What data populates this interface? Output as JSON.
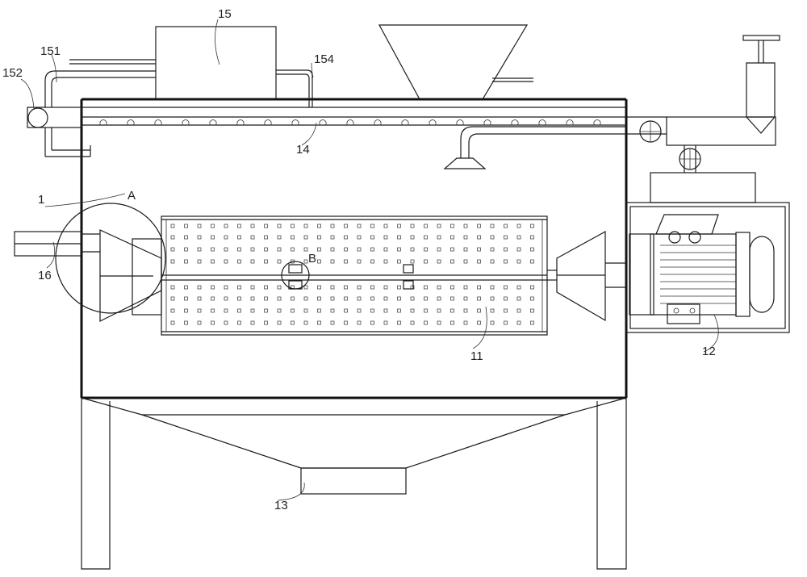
{
  "labels": {
    "l15": "15",
    "l151": "151",
    "l152": "152",
    "l154": "154",
    "l1": "1",
    "lA": "A",
    "lB": "B",
    "l14": "14",
    "l16": "16",
    "l11": "11",
    "l12": "12",
    "l13": "13"
  }
}
